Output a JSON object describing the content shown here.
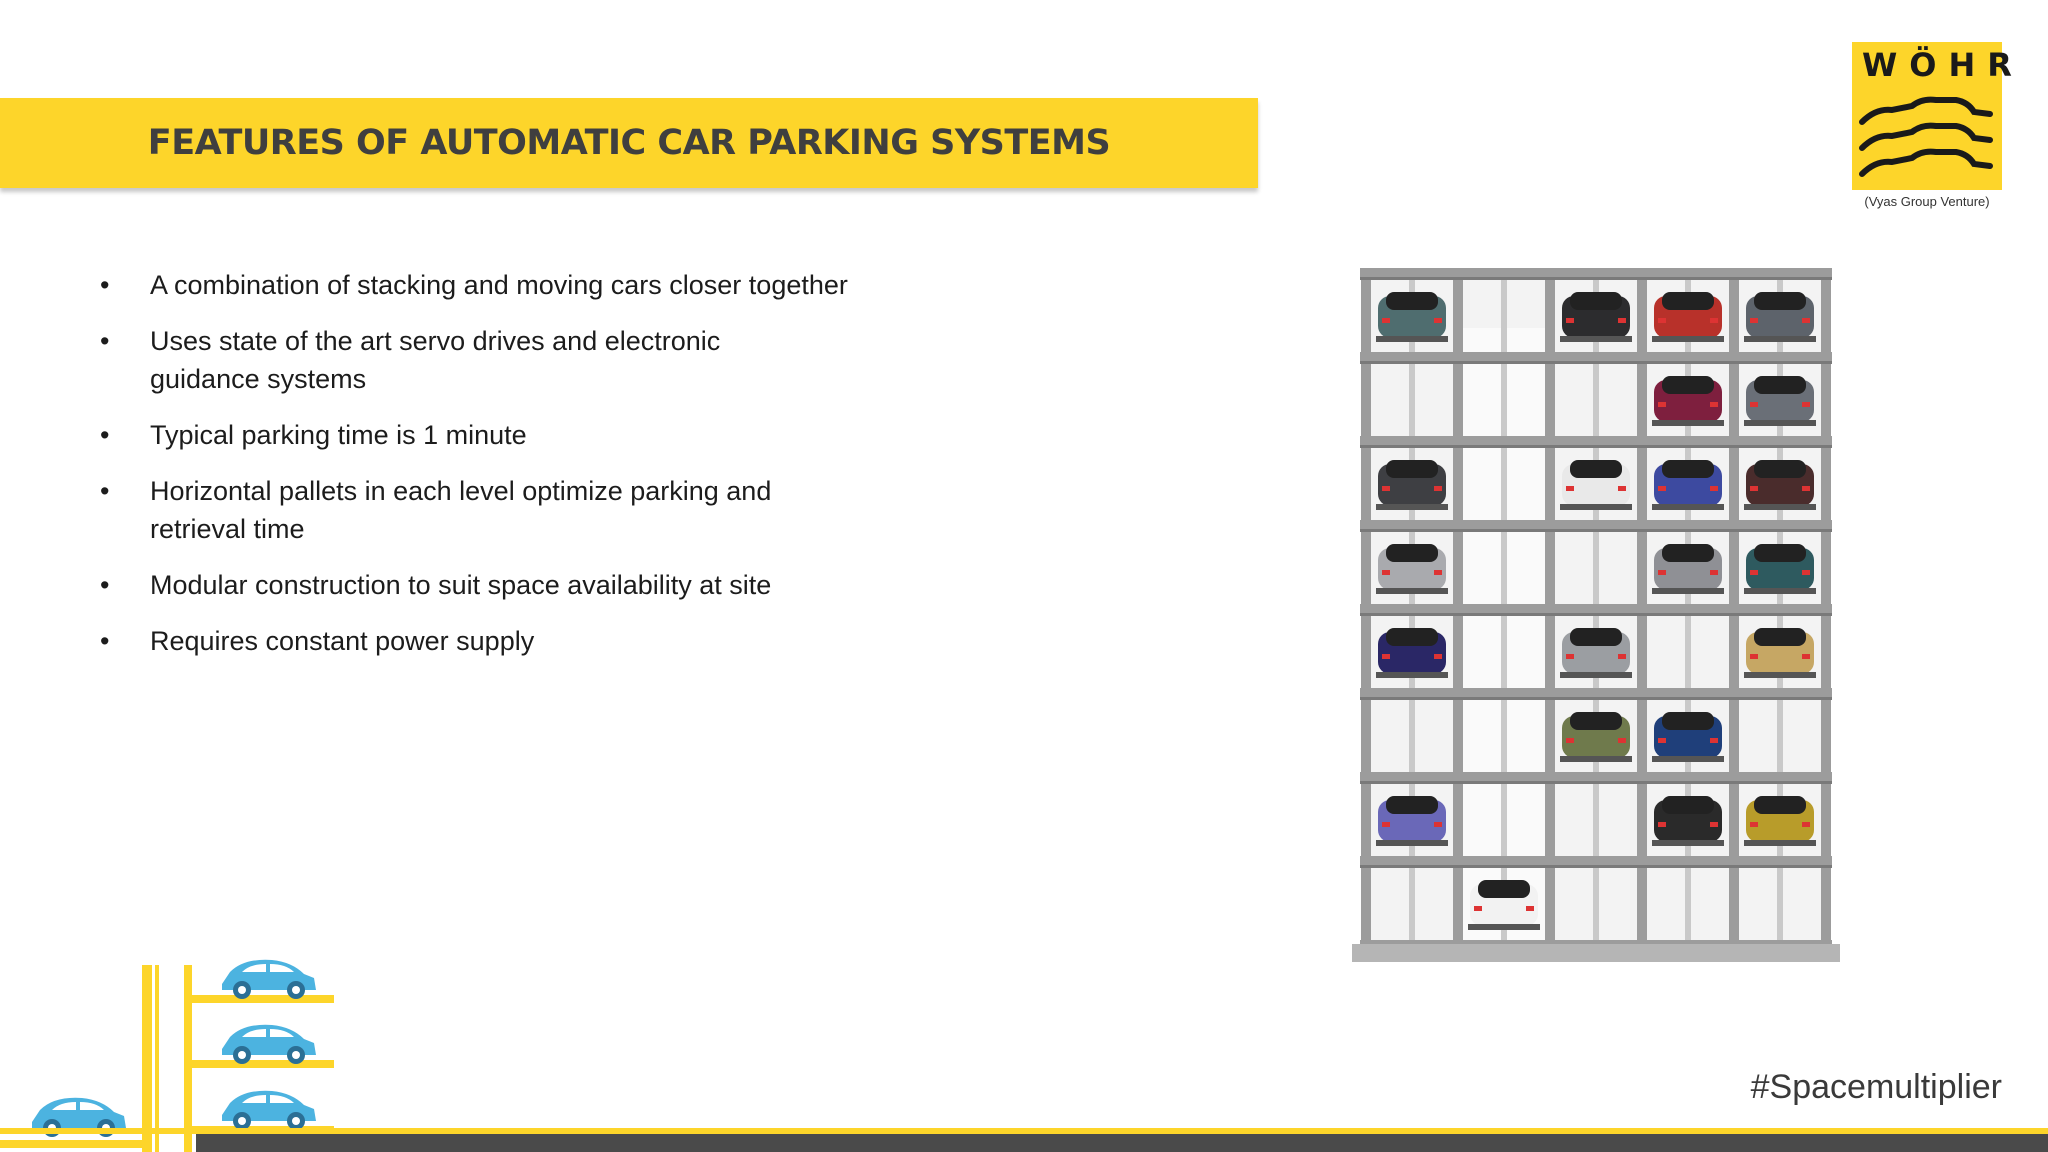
{
  "slide": {
    "title": "FEATURES OF AUTOMATIC CAR PARKING SYSTEMS",
    "bullets": [
      "A combination of stacking and moving cars closer together",
      "Uses state of the art servo drives and electronic guidance systems",
      "Typical parking time is 1 minute",
      "Horizontal pallets in each level optimize parking and retrieval time",
      "Modular construction to suit space availability at site",
      "Requires constant power supply"
    ],
    "bullet_symbol": "•"
  },
  "logo": {
    "brand": "WÖHR",
    "subtitle": "(Vyas Group Venture)"
  },
  "footer": {
    "hashtag": "#Spacemultiplier"
  },
  "colors": {
    "accent_yellow": "#fdd52a",
    "dark_gray": "#4a4a4a",
    "title_text": "#3f3f3f",
    "car_blue": "#4cb3e0"
  }
}
